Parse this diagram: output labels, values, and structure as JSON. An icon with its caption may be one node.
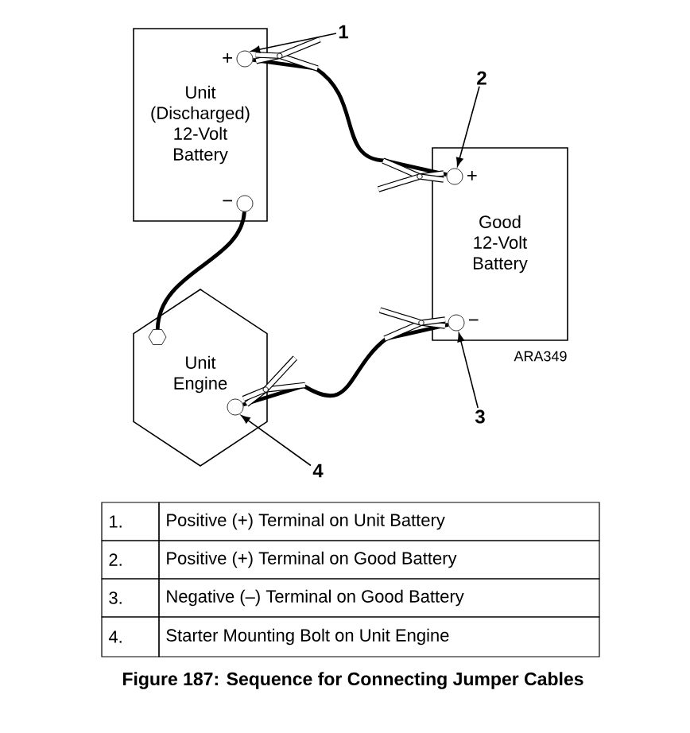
{
  "diagram": {
    "caption": "Figure 187: Sequence for Connecting Jumper Cables",
    "nodes": [
      {
        "text": [
          "Unit (Discharged) 12-Volt Battery"
        ]
      },
      {
        "text": [
          "1"
        ]
      },
      {
        "text": [],
        "shape": "circle",
        "beside": [
          "+"
        ],
        "in": 0
      },
      {
        "text": [],
        "shape": "circle",
        "beside": [
          "−"
        ],
        "in": 0
      },
      {
        "text": [
          "Good 12-Volt Battery"
        ]
      },
      {
        "text": [
          "2"
        ]
      },
      {
        "text": [],
        "shape": "circle",
        "beside": [
          "+"
        ],
        "in": 4
      },
      {
        "text": [],
        "shape": "circle",
        "beside": [
          "−"
        ],
        "in": 4
      },
      {
        "text": [
          "3"
        ]
      },
      {
        "text": [
          "Unit Engine"
        ]
      },
      {
        "text": [],
        "shape": "hexagon",
        "in": 9
      },
      {
        "text": [],
        "shape": "circle",
        "in": 9
      },
      {
        "text": [
          "4"
        ]
      }
    ],
    "edges": [
      {
        "from": 2,
        "to": 6,
        "arrow": "none",
        "style": "thick"
      },
      {
        "from": 7,
        "to": 11,
        "arrow": "none",
        "style": "thick"
      },
      {
        "from": 3,
        "to": 10,
        "arrow": "none",
        "style": "thick"
      },
      {
        "from": 1,
        "to": 2,
        "arrow": "to"
      },
      {
        "from": 5,
        "to": 6,
        "arrow": "to"
      },
      {
        "from": 8,
        "to": 7,
        "arrow": "to"
      },
      {
        "from": 12,
        "to": 11,
        "arrow": "to"
      }
    ],
    "labels": [
      "ARA349",
      "1.",
      "Positive (+) Terminal on Unit Battery",
      "2.",
      "Positive (+) Terminal on Good Battery",
      "3.",
      "Negative (–) Terminal on Good Battery",
      "4.",
      "Starter Mounting Bolt on Unit Engine"
    ]
  }
}
